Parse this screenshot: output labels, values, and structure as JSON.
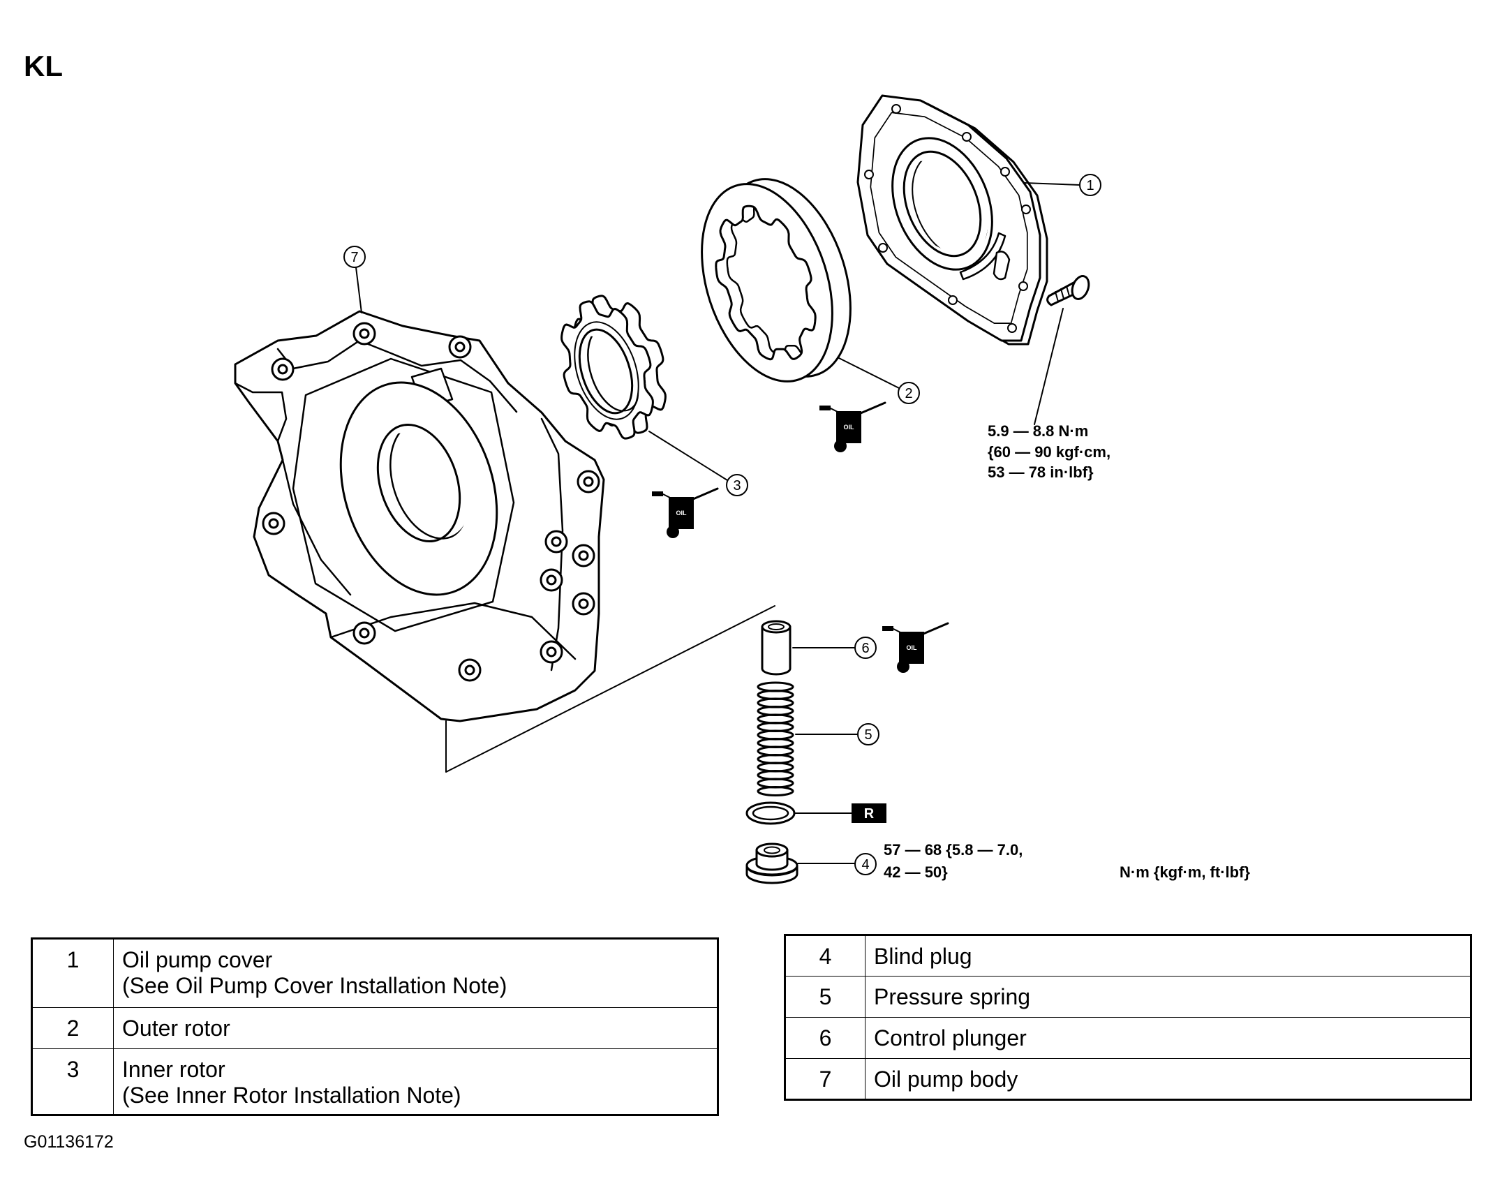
{
  "header": {
    "code": "KL"
  },
  "callouts": {
    "c1": "1",
    "c2": "2",
    "c3": "3",
    "c4": "4",
    "c5": "5",
    "c6": "6",
    "c7": "7"
  },
  "torque": {
    "cover_bolt": {
      "line1": "5.9 — 8.8 N·m",
      "line2": "{60 — 90 kgf·cm,",
      "line3": "53 — 78 in·lbf}"
    },
    "blind_plug": {
      "line1": "57 — 68 {5.8 — 7.0,",
      "line2": "42 — 50}"
    },
    "units": "N·m {kgf·m, ft·lbf}"
  },
  "symbols": {
    "oil_label": "OIL",
    "replace_label": "R",
    "lubricate_icon": "oil-can-icon"
  },
  "parts_left": [
    {
      "num": "1",
      "name": "Oil pump cover",
      "note": "(See Oil Pump Cover Installation Note)"
    },
    {
      "num": "2",
      "name": "Outer rotor"
    },
    {
      "num": "3",
      "name": "Inner rotor",
      "note": "(See Inner Rotor Installation Note)"
    }
  ],
  "parts_right": [
    {
      "num": "4",
      "name": "Blind plug"
    },
    {
      "num": "5",
      "name": "Pressure spring"
    },
    {
      "num": "6",
      "name": "Control plunger"
    },
    {
      "num": "7",
      "name": "Oil pump body"
    }
  ],
  "figure_id": "G01136172",
  "colors": {
    "ink": "#000000",
    "paper": "#ffffff"
  }
}
